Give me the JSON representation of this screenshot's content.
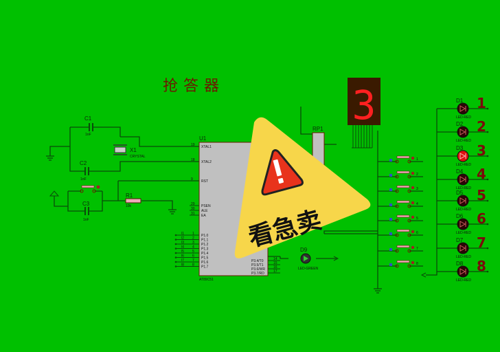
{
  "title": "抢答器",
  "mcu": {
    "ref": "U1",
    "part": "AT89C51",
    "left_pins": [
      {
        "num": "19",
        "name": "XTAL1"
      },
      {
        "num": "18",
        "name": "XTAL2"
      },
      {
        "num": "9",
        "name": "RST"
      },
      {
        "num": "29",
        "name": "PSEN"
      },
      {
        "num": "30",
        "name": "ALE"
      },
      {
        "num": "31",
        "name": "EA"
      }
    ],
    "p1_pins": [
      {
        "num": "1",
        "name": "P1.0",
        "net": "l1"
      },
      {
        "num": "2",
        "name": "P1.1",
        "net": "l2"
      },
      {
        "num": "3",
        "name": "P1.2",
        "net": "l3"
      },
      {
        "num": "4",
        "name": "P1.3",
        "net": "l4"
      },
      {
        "num": "5",
        "name": "P1.4",
        "net": "l5"
      },
      {
        "num": "6",
        "name": "P1.5",
        "net": "l6"
      },
      {
        "num": "7",
        "name": "P1.6",
        "net": "l7"
      },
      {
        "num": "8",
        "name": "P1.7",
        "net": "l8"
      }
    ],
    "p3_pins": [
      {
        "num": "14",
        "name": "P3.4/T0"
      },
      {
        "num": "15",
        "name": "P3.5/T1"
      },
      {
        "num": "16",
        "name": "P3.6/WR"
      },
      {
        "num": "17",
        "name": "P3.7/RD"
      }
    ]
  },
  "components": {
    "c1": {
      "ref": "C1",
      "value": "1nF"
    },
    "c2": {
      "ref": "C2",
      "value": "1nF"
    },
    "c3": {
      "ref": "C3",
      "value": "1nF"
    },
    "x1": {
      "ref": "X1",
      "value": "CRYSTAL"
    },
    "r1": {
      "ref": "R1",
      "value": "10k"
    },
    "rp1": {
      "ref": "RP1"
    },
    "d9": {
      "ref": "D9",
      "value": "LED-GREEN"
    }
  },
  "display": {
    "digit": "3",
    "color": "#ff2020"
  },
  "switches": [
    "1",
    "2",
    "3",
    "4",
    "5",
    "6",
    "7",
    "8"
  ],
  "leds": [
    {
      "ref": "D1",
      "value": "LED-RED",
      "number": "1",
      "lit": false
    },
    {
      "ref": "D2",
      "value": "LED-RED",
      "number": "2",
      "lit": false
    },
    {
      "ref": "D3",
      "value": "LED-RED",
      "number": "3",
      "lit": true
    },
    {
      "ref": "D4",
      "value": "LED-RED",
      "number": "4",
      "lit": false
    },
    {
      "ref": "D5",
      "value": "LED-RED",
      "number": "5",
      "lit": false
    },
    {
      "ref": "D6",
      "value": "LED-RED",
      "number": "6",
      "lit": false
    },
    {
      "ref": "D7",
      "value": "LED-RED",
      "number": "7",
      "lit": false
    },
    {
      "ref": "D8",
      "value": "LED-RED",
      "number": "8",
      "lit": false
    }
  ],
  "overlay": {
    "text": "看急卖",
    "icon": "warning-icon",
    "color": "#f7d64a",
    "alert_color": "#e8331c"
  },
  "colors": {
    "background": "#00c000",
    "wire": "#0a4a0a",
    "title": "#6a1a00"
  }
}
